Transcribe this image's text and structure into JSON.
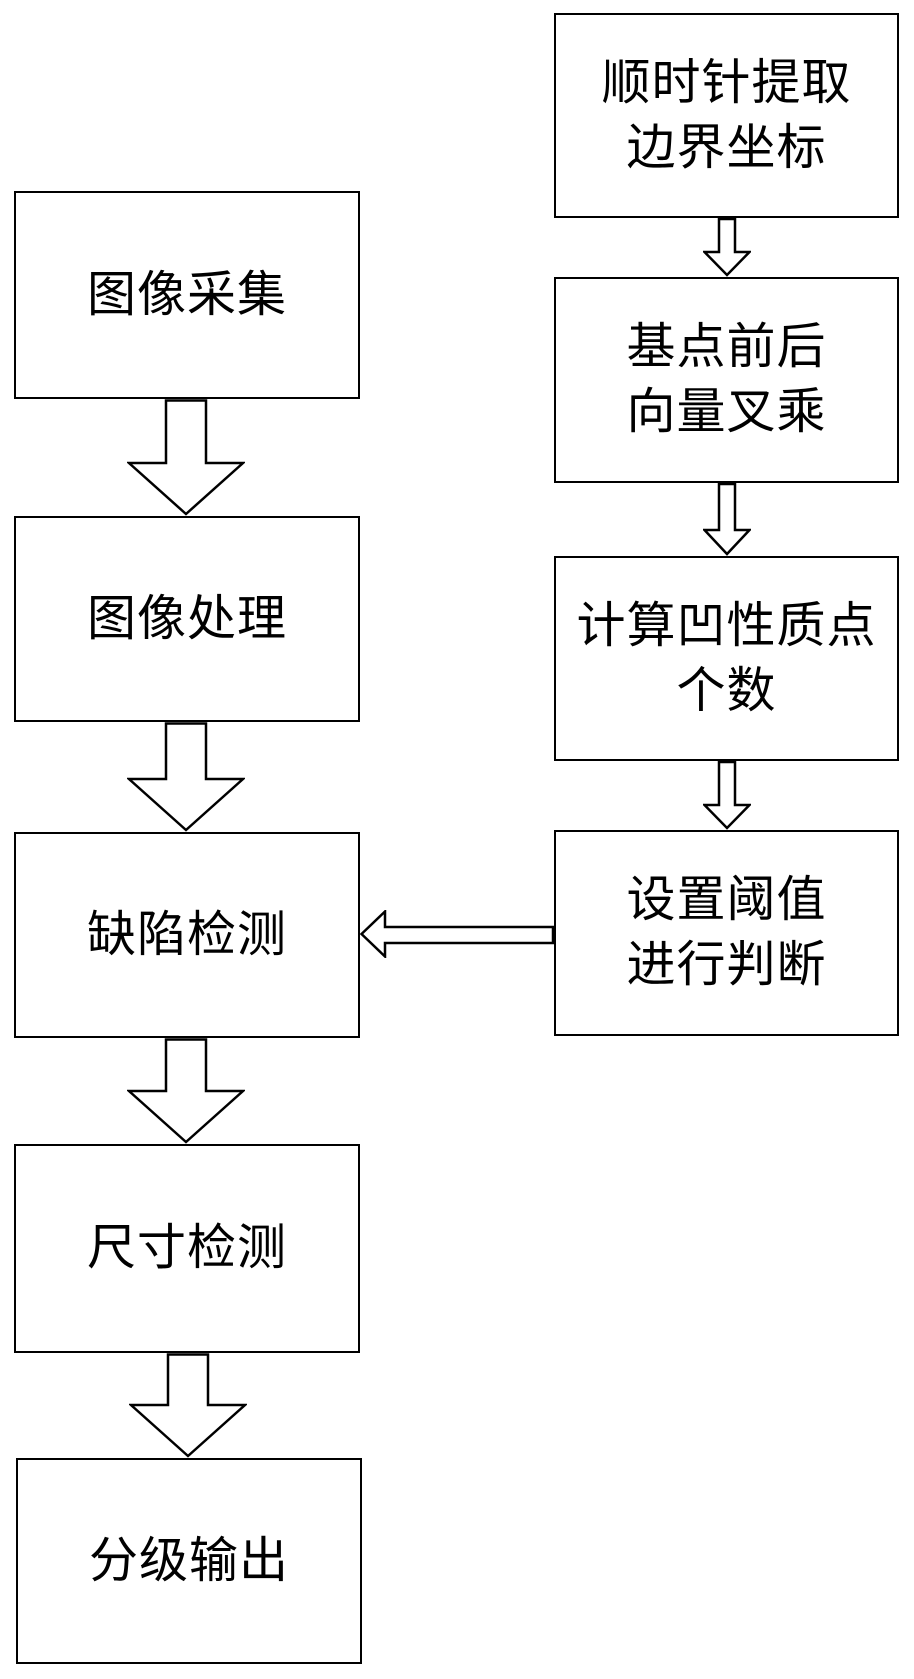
{
  "figure": {
    "type": "flowchart",
    "background_color": "#ffffff",
    "line_color": "#000000",
    "text_color": "#000000"
  },
  "left_column": {
    "boxes": [
      {
        "id": "image-acquisition",
        "label": "图像采集"
      },
      {
        "id": "image-processing",
        "label": "图像处理"
      },
      {
        "id": "defect-detection",
        "label": "缺陷检测"
      },
      {
        "id": "size-detection",
        "label": "尺寸检测"
      },
      {
        "id": "grading-output",
        "label": "分级输出"
      }
    ]
  },
  "right_column": {
    "boxes": [
      {
        "id": "clockwise-boundary-extraction",
        "label": "顺时针提取\n边界坐标"
      },
      {
        "id": "base-point-cross-product",
        "label": "基点前后\n向量叉乘"
      },
      {
        "id": "concave-point-count",
        "label": "计算凹性质点\n个数"
      },
      {
        "id": "threshold-judgment",
        "label": "设置阈值\n进行判断"
      }
    ]
  },
  "connections": [
    {
      "from": "image-acquisition",
      "to": "image-processing",
      "direction": "down"
    },
    {
      "from": "image-processing",
      "to": "defect-detection",
      "direction": "down"
    },
    {
      "from": "defect-detection",
      "to": "size-detection",
      "direction": "down"
    },
    {
      "from": "size-detection",
      "to": "grading-output",
      "direction": "down"
    },
    {
      "from": "clockwise-boundary-extraction",
      "to": "base-point-cross-product",
      "direction": "down"
    },
    {
      "from": "base-point-cross-product",
      "to": "concave-point-count",
      "direction": "down"
    },
    {
      "from": "concave-point-count",
      "to": "threshold-judgment",
      "direction": "down"
    },
    {
      "from": "threshold-judgment",
      "to": "defect-detection",
      "direction": "left"
    }
  ]
}
